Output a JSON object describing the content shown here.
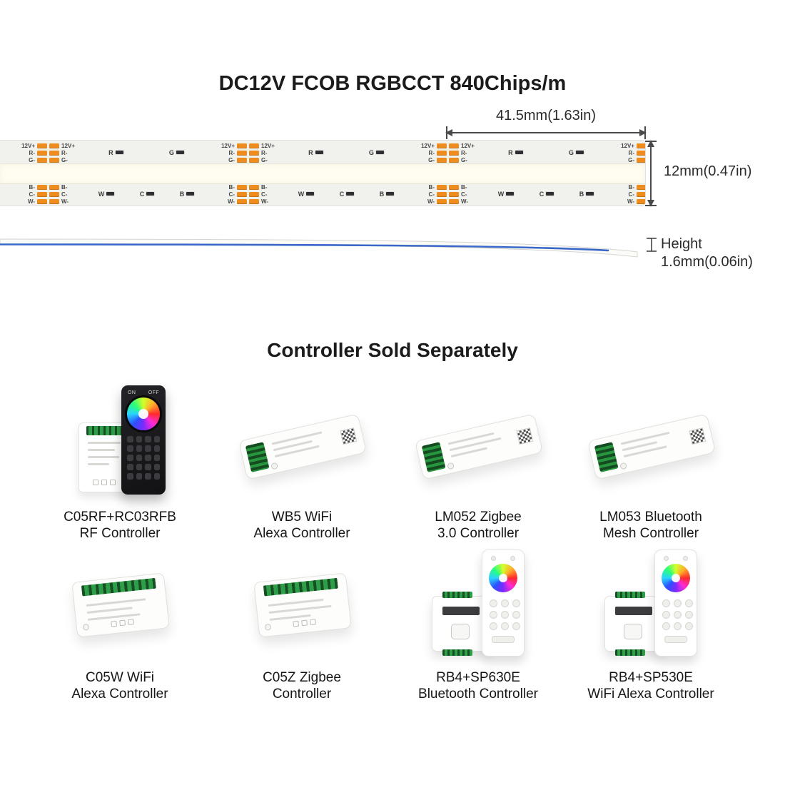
{
  "header": {
    "title": "DC12V FCOB RGBCCT 840Chips/m"
  },
  "strip_section": {
    "width_dim": "41.5mm(1.63in)",
    "height_dim": "12mm(0.47in)",
    "thickness_label": "Height",
    "thickness_dim": "1.6mm(0.06in)",
    "pads_top": [
      "12V+",
      "R-",
      "G-"
    ],
    "pads_bottom": [
      "B-",
      "C-",
      "W-"
    ],
    "channels_top": [
      "R",
      "G"
    ],
    "channels_bottom": [
      "W",
      "C",
      "B"
    ],
    "colors": {
      "pad_copper": "#ee8d1e",
      "terminal_green": "#2e9e48",
      "pcb_blue_line": "#3a68c8"
    }
  },
  "controllers_section": {
    "title": "Controller Sold Separately",
    "remote_on": "ON",
    "remote_off": "OFF",
    "items": [
      {
        "line1": "C05RF+RC03RFB",
        "line2": "RF Controller"
      },
      {
        "line1": "WB5 WiFi",
        "line2": "Alexa Controller"
      },
      {
        "line1": "LM052 Zigbee",
        "line2": "3.0 Controller"
      },
      {
        "line1": "LM053 Bluetooth",
        "line2": "Mesh Controller"
      },
      {
        "line1": "C05W WiFi",
        "line2": "Alexa Controller"
      },
      {
        "line1": "C05Z Zigbee",
        "line2": "Controller"
      },
      {
        "line1": "RB4+SP630E",
        "line2": "Bluetooth Controller"
      },
      {
        "line1": "RB4+SP530E",
        "line2": "WiFi Alexa Controller"
      }
    ]
  }
}
